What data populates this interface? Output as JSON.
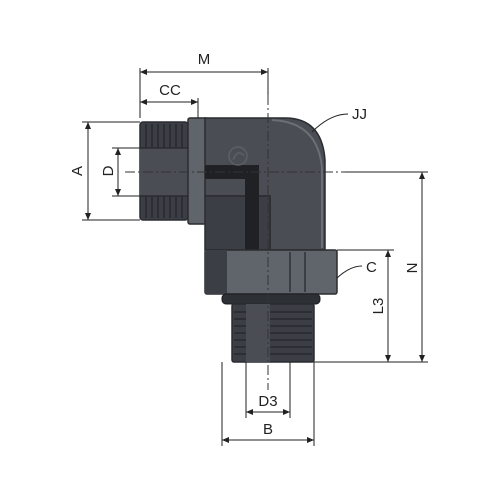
{
  "diagram": {
    "labels": {
      "m": "M",
      "cc": "CC",
      "jj": "JJ",
      "a": "A",
      "d": "D",
      "c": "C",
      "n": "N",
      "l3": "L3",
      "d3": "D3",
      "b": "B"
    },
    "colors": {
      "body": "#4a4d53",
      "body_dark": "#3b3e44",
      "body_light": "#60646b",
      "lines": "#222222"
    }
  }
}
